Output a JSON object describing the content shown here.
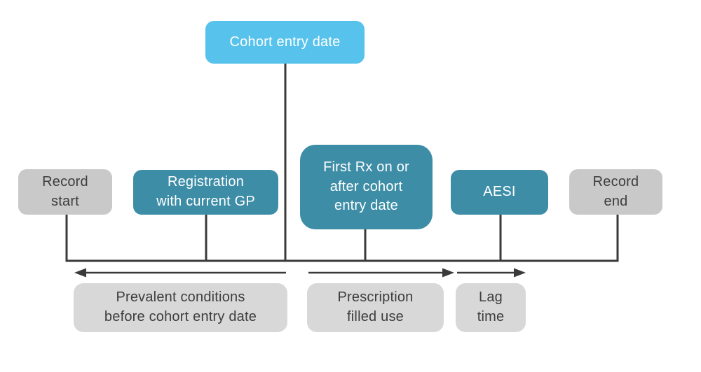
{
  "diagram": {
    "type": "cohort-study-timeline",
    "boxes": {
      "cohort_entry": {
        "label": "Cohort entry date",
        "color": "#57c2ec",
        "text_color": "#ffffff"
      },
      "record_start": {
        "label": "Record start",
        "color": "#c9c9c9",
        "text_color": "#3d3d3d"
      },
      "registration": {
        "label": "Registration with current GP",
        "color": "#3e8da7",
        "text_color": "#ffffff"
      },
      "first_rx": {
        "label": "First Rx on or after cohort entry date",
        "color": "#3e8da7",
        "text_color": "#ffffff"
      },
      "aesi": {
        "label": "AESI",
        "color": "#3e8da7",
        "text_color": "#ffffff"
      },
      "record_end": {
        "label": "Record end",
        "color": "#c9c9c9",
        "text_color": "#3d3d3d"
      }
    },
    "period_labels": {
      "prevalent": {
        "label": "Prevalent conditions before cohort entry date",
        "arrow_direction": "left",
        "color": "#d8d8d8"
      },
      "prescription": {
        "label": "Prescription filled use",
        "arrow_direction": "right",
        "color": "#d8d8d8"
      },
      "lag": {
        "label": "Lag time",
        "arrow_direction": "right",
        "color": "#d8d8d8"
      }
    },
    "colors": {
      "background": "#ffffff",
      "line": "#3a3a3a",
      "accent_light_blue": "#57c2ec",
      "accent_teal": "#3e8da7",
      "box_gray": "#c9c9c9",
      "label_gray": "#d8d8d8",
      "text_dark": "#3d3d3d",
      "text_white": "#ffffff"
    }
  }
}
